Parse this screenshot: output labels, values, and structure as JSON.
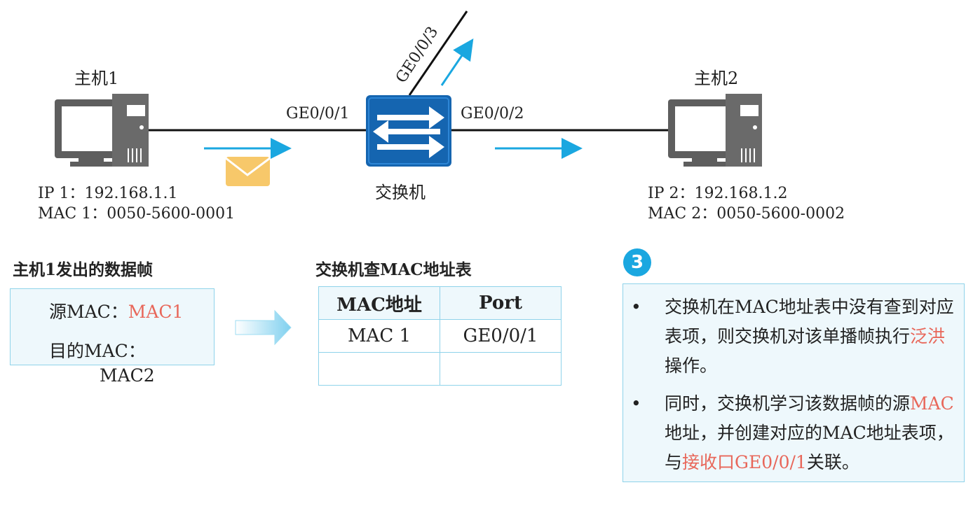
{
  "host1": {
    "title": "主机1",
    "ip": "IP 1：192.168.1.1",
    "mac": "MAC 1：0050-5600-0001"
  },
  "host2": {
    "title": "主机2",
    "ip": "IP 2：192.168.1.2",
    "mac": "MAC 2：0050-5600-0002"
  },
  "switch": {
    "label": "交换机",
    "ports": {
      "p1": "GE0/0/1",
      "p2": "GE0/0/2",
      "p3": "GE0/0/3"
    }
  },
  "frame": {
    "heading": "主机1发出的数据帧",
    "src_label": "源MAC：",
    "src_value": "MAC1",
    "dst_label": "目的MAC：",
    "dst_value": "MAC2"
  },
  "mac_table": {
    "heading": "交换机查MAC地址表",
    "headers": [
      "MAC地址",
      "Port"
    ],
    "rows": [
      [
        "MAC 1",
        "GE0/0/1"
      ],
      [
        "",
        ""
      ]
    ]
  },
  "step": {
    "number": "3",
    "bullet": "•",
    "note1": {
      "a": "交换机在MAC地址表中没有查到对应表项，则交换机对该单播帧执行",
      "highlight": "泛洪",
      "b": "操作。"
    },
    "note2": {
      "a": "同时，交换机学习该数据帧的源",
      "hl1": "MAC",
      "b": "地址，并创建对应的MAC地址表项，与",
      "hl2": "接收口GE0/0/1",
      "c": "关联。"
    }
  },
  "colors": {
    "accent": "#1aa7e0",
    "highlight": "#e8675a",
    "box_border": "#8fd3ea",
    "box_fill": "#eef8fc",
    "switch_blue": "#1565b0",
    "envelope": "#f7c86a"
  }
}
